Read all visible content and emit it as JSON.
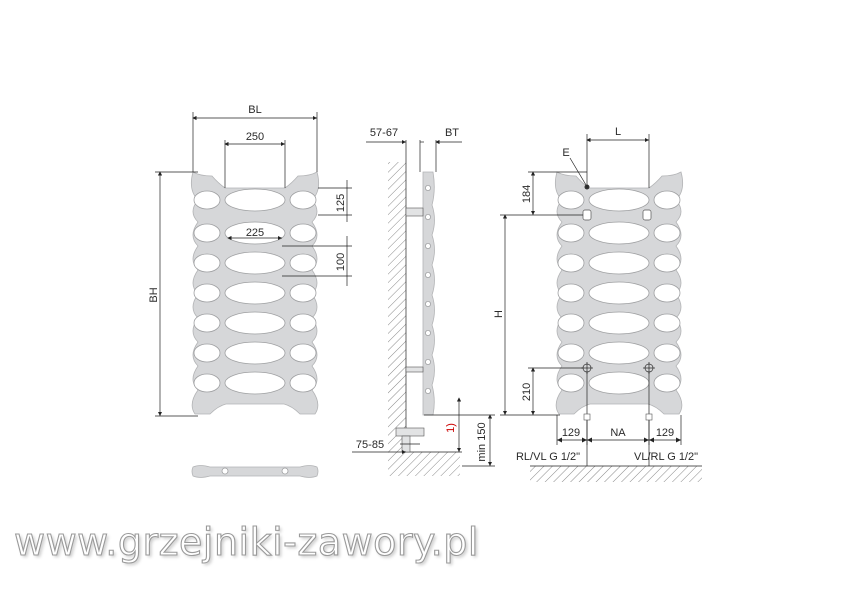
{
  "front_view": {
    "bl": "BL",
    "width_250": "250",
    "width_225": "225",
    "dim_125": "125",
    "dim_100": "100",
    "bh": "BH"
  },
  "side_view": {
    "dim_57_67": "57-67",
    "bt": "BT",
    "note_1": "1)",
    "min_150": "min 150",
    "dim_75_85": "75-85"
  },
  "rear_view": {
    "l": "L",
    "e": "E",
    "dim_184": "184",
    "h": "H",
    "dim_210": "210",
    "dim_129_left": "129",
    "na": "NA",
    "dim_129_right": "129",
    "rl_vl": "RL/VL G 1/2\"",
    "vl_rl": "VL/RL G 1/2\""
  },
  "watermark": "www.grzejniki-zawory.pl",
  "colors": {
    "radiator_fill": "#d6d7d9",
    "line": "#222222",
    "note_red": "#cc0000"
  }
}
